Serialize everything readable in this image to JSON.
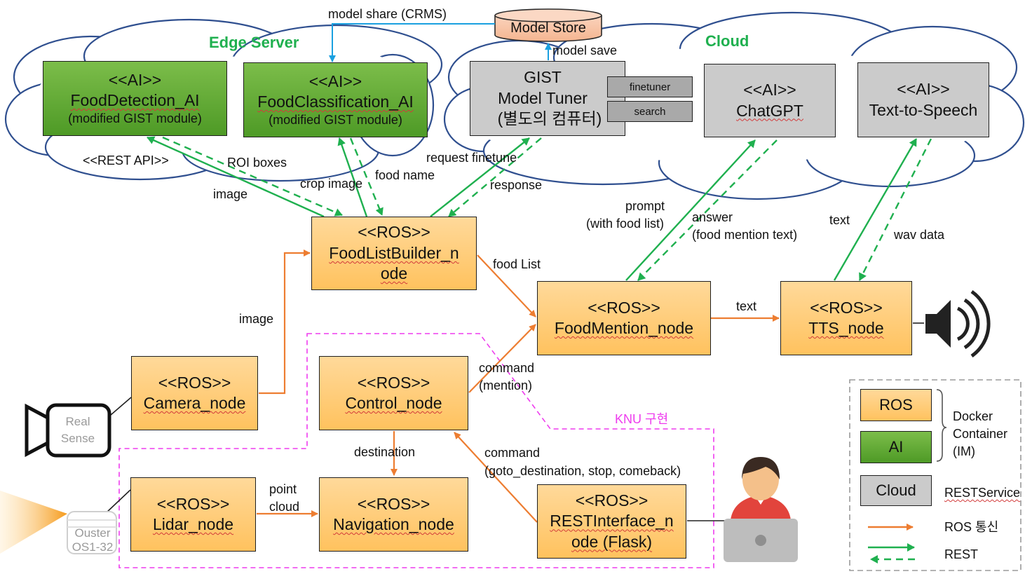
{
  "regions": {
    "edge": "Edge Server",
    "cloud": "Cloud"
  },
  "store": {
    "label": "Model Store"
  },
  "nodes": {
    "food_detection": {
      "stereo": "<<AI>>",
      "name": "FoodDetection_AI",
      "note": "(modified GIST module)"
    },
    "food_classification": {
      "stereo": "<<AI>>",
      "name": "FoodClassification_AI",
      "note": "(modified GIST module)"
    },
    "model_tuner": {
      "line1": "GIST",
      "line2": "Model Tuner",
      "line3": "(별도의 컴퓨터)"
    },
    "chatgpt": {
      "stereo": "<<AI>>",
      "name": "ChatGPT"
    },
    "tts_ai": {
      "stereo": "<<AI>>",
      "name": "Text-to-Speech"
    },
    "food_list_builder": {
      "stereo": "<<ROS>>",
      "name1": "FoodListBuilder_n",
      "name2": "ode"
    },
    "food_mention": {
      "stereo": "<<ROS>>",
      "name": "FoodMention_node"
    },
    "tts_node": {
      "stereo": "<<ROS>>",
      "name": "TTS_node"
    },
    "camera": {
      "stereo": "<<ROS>>",
      "name": "Camera_node"
    },
    "control": {
      "stereo": "<<ROS>>",
      "name": "Control_node"
    },
    "lidar": {
      "stereo": "<<ROS>>",
      "name": "Lidar_node"
    },
    "navigation": {
      "stereo": "<<ROS>>",
      "name": "Navigation_node"
    },
    "rest_interface": {
      "stereo": "<<ROS>>",
      "name1": "RESTInterface_n",
      "name2": "ode (Flask)"
    }
  },
  "tools": {
    "finetuner": "finetuner",
    "search": "search"
  },
  "edges": {
    "model_share": "model share (CRMS)",
    "model_save": "model save",
    "rest_api": "<<REST API>>",
    "roi_boxes": "ROI boxes",
    "image_up": "image",
    "crop_image": "crop image",
    "food_name": "food name",
    "request_finetune": "request finetune",
    "response": "response",
    "prompt1": "prompt",
    "prompt2": "(with food list)",
    "answer1": "answer",
    "answer2": "(food mention text)",
    "text_up": "text",
    "wav_data": "wav data",
    "food_list": "food List",
    "text_mid": "text",
    "image_left": "image",
    "command1": "command",
    "command2": "(mention)",
    "destination": "destination",
    "command_nav1": "command",
    "command_nav2": "(goto_destination, stop, comeback)",
    "point1": "point",
    "point2": "cloud"
  },
  "devices": {
    "realsense1": "Real",
    "realsense2": "Sense",
    "ouster1": "Ouster",
    "ouster2": "OS1-32"
  },
  "knu_label": "KNU 구현",
  "legend": {
    "ros": "ROS",
    "ai": "AI",
    "cloud": "Cloud",
    "docker1": "Docker",
    "docker2": "Container",
    "docker3": "(IM)",
    "rest_service": "RESTService",
    "ros_comm": "ROS 통신",
    "rest": "REST"
  },
  "colors": {
    "ros_fill": "#ffc25e",
    "ai_fill": "#4e9a26",
    "cloud_fill": "#cbcbcb",
    "ros_arrow": "#ed7d31",
    "rest_arrow": "#1fb04f",
    "model_share_arrow": "#1aa0e0",
    "knu_border": "#ee3cee",
    "cloud_outline": "#2f4f8f"
  }
}
